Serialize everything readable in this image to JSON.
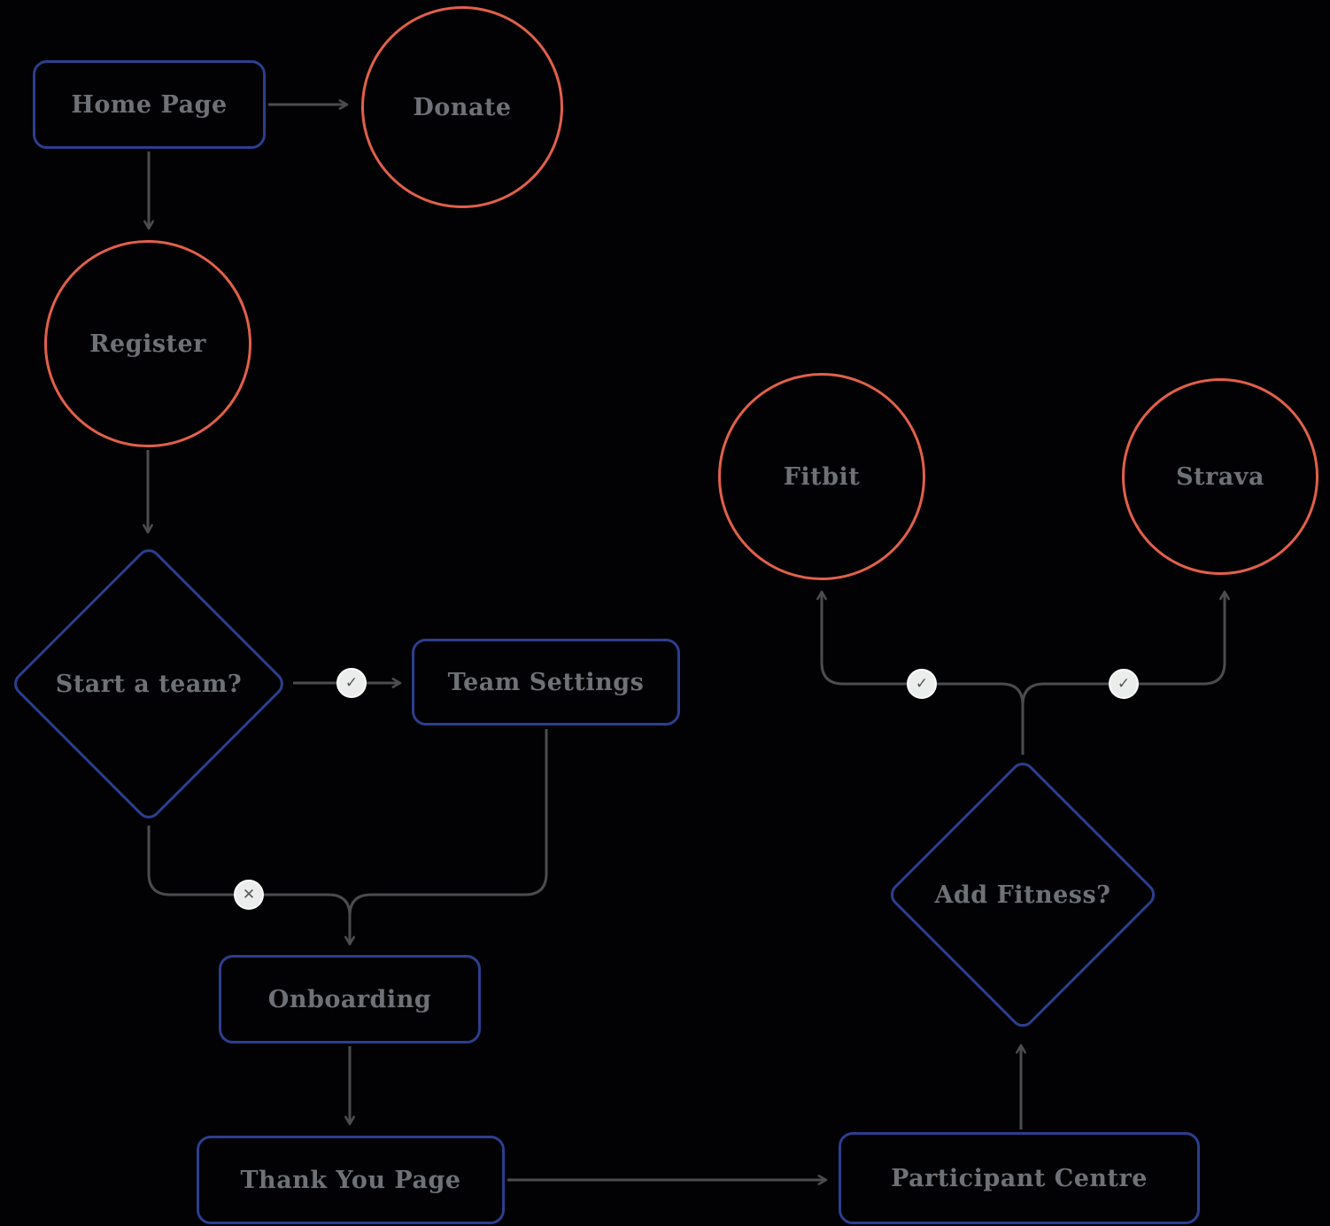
{
  "diagram": {
    "type": "flowchart",
    "colors": {
      "background": "#020204",
      "rect_border": "#2c3e8e",
      "circle_border": "#e2604b",
      "text": "#6e7176",
      "connector": "#4a4c4e",
      "badge_bg": "#ebecec",
      "badge_glyph": "#55585b"
    }
  },
  "nodes": [
    {
      "id": "home-page",
      "type": "rect",
      "label": "Home Page"
    },
    {
      "id": "donate",
      "type": "circle",
      "label": "Donate"
    },
    {
      "id": "register",
      "type": "circle",
      "label": "Register"
    },
    {
      "id": "start-a-team",
      "type": "diamond",
      "label": "Start a team?"
    },
    {
      "id": "team-settings",
      "type": "rect",
      "label": "Team Settings"
    },
    {
      "id": "onboarding",
      "type": "rect",
      "label": "Onboarding"
    },
    {
      "id": "thank-you-page",
      "type": "rect",
      "label": "Thank You Page"
    },
    {
      "id": "participant-centre",
      "type": "rect",
      "label": "Participant Centre"
    },
    {
      "id": "add-fitness",
      "type": "diamond",
      "label": "Add Fitness?"
    },
    {
      "id": "fitbit",
      "type": "circle",
      "label": "Fitbit"
    },
    {
      "id": "strava",
      "type": "circle",
      "label": "Strava"
    }
  ],
  "badges": [
    {
      "id": "start-team-yes",
      "glyph": "✓"
    },
    {
      "id": "start-team-no",
      "glyph": "✕"
    },
    {
      "id": "add-fitness-fitbit",
      "glyph": "✓"
    },
    {
      "id": "add-fitness-strava",
      "glyph": "✓"
    }
  ],
  "edges": [
    {
      "from": "home-page",
      "to": "donate"
    },
    {
      "from": "home-page",
      "to": "register"
    },
    {
      "from": "register",
      "to": "start-a-team"
    },
    {
      "from": "start-a-team",
      "to": "team-settings",
      "badge": "✓"
    },
    {
      "from": "start-a-team",
      "to": "onboarding",
      "badge": "✕"
    },
    {
      "from": "team-settings",
      "to": "onboarding"
    },
    {
      "from": "onboarding",
      "to": "thank-you-page"
    },
    {
      "from": "thank-you-page",
      "to": "participant-centre"
    },
    {
      "from": "participant-centre",
      "to": "add-fitness"
    },
    {
      "from": "add-fitness",
      "to": "fitbit",
      "badge": "✓"
    },
    {
      "from": "add-fitness",
      "to": "strava",
      "badge": "✓"
    }
  ]
}
